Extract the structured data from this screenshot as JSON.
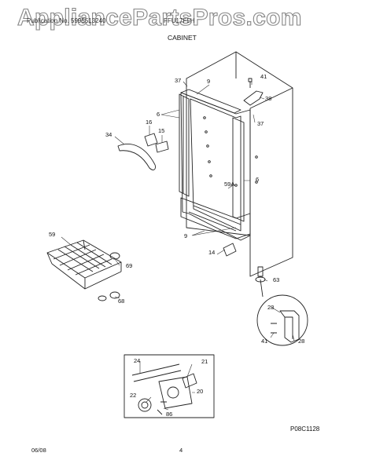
{
  "watermark": "AppliancePartsPros.com",
  "header": {
    "left": "Publication No. 5995513240",
    "right": "FFU17F5H",
    "section": "CABINET"
  },
  "callouts": {
    "c37a": "37",
    "c9a": "9",
    "c41a": "41",
    "c38": "38",
    "c37b": "37",
    "c6a": "6",
    "c16": "16",
    "c15": "15",
    "c34": "34",
    "c59a": "59A",
    "c6b": "6",
    "c9b": "9",
    "c59": "59",
    "c14": "14",
    "c69": "69",
    "c68": "68",
    "c63": "63",
    "c28a": "28",
    "c41b": "41",
    "c28b": "28",
    "c24": "24",
    "c21": "21",
    "c20": "20",
    "c22": "22",
    "c86": "86"
  },
  "diagram_code": "P08C1128",
  "footer": {
    "date": "06/08",
    "page": "4"
  }
}
